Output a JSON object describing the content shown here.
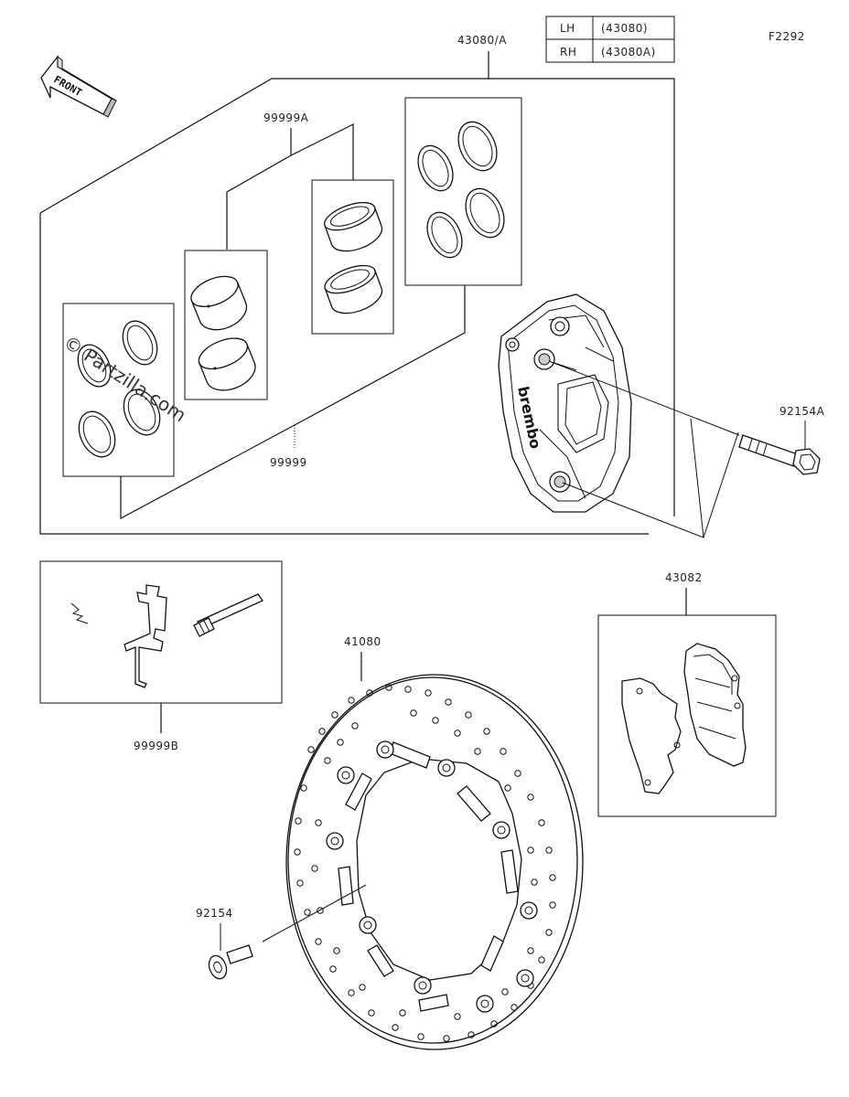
{
  "figure_code": "F2292",
  "front_label": "FRONT",
  "watermark": "© Partzilla.com",
  "brand_text": "brembo",
  "variant_table": [
    {
      "side": "LH",
      "code": "(43080)"
    },
    {
      "side": "RH",
      "code": "(43080A)"
    }
  ],
  "callouts": {
    "caliper_assy": "43080/A",
    "kit_a": "99999A",
    "kit_seal": "99999",
    "bolt_caliper": "92154A",
    "pad_set": "43082",
    "kit_b": "99999B",
    "disc": "41080",
    "bolt_disc": "92154"
  }
}
